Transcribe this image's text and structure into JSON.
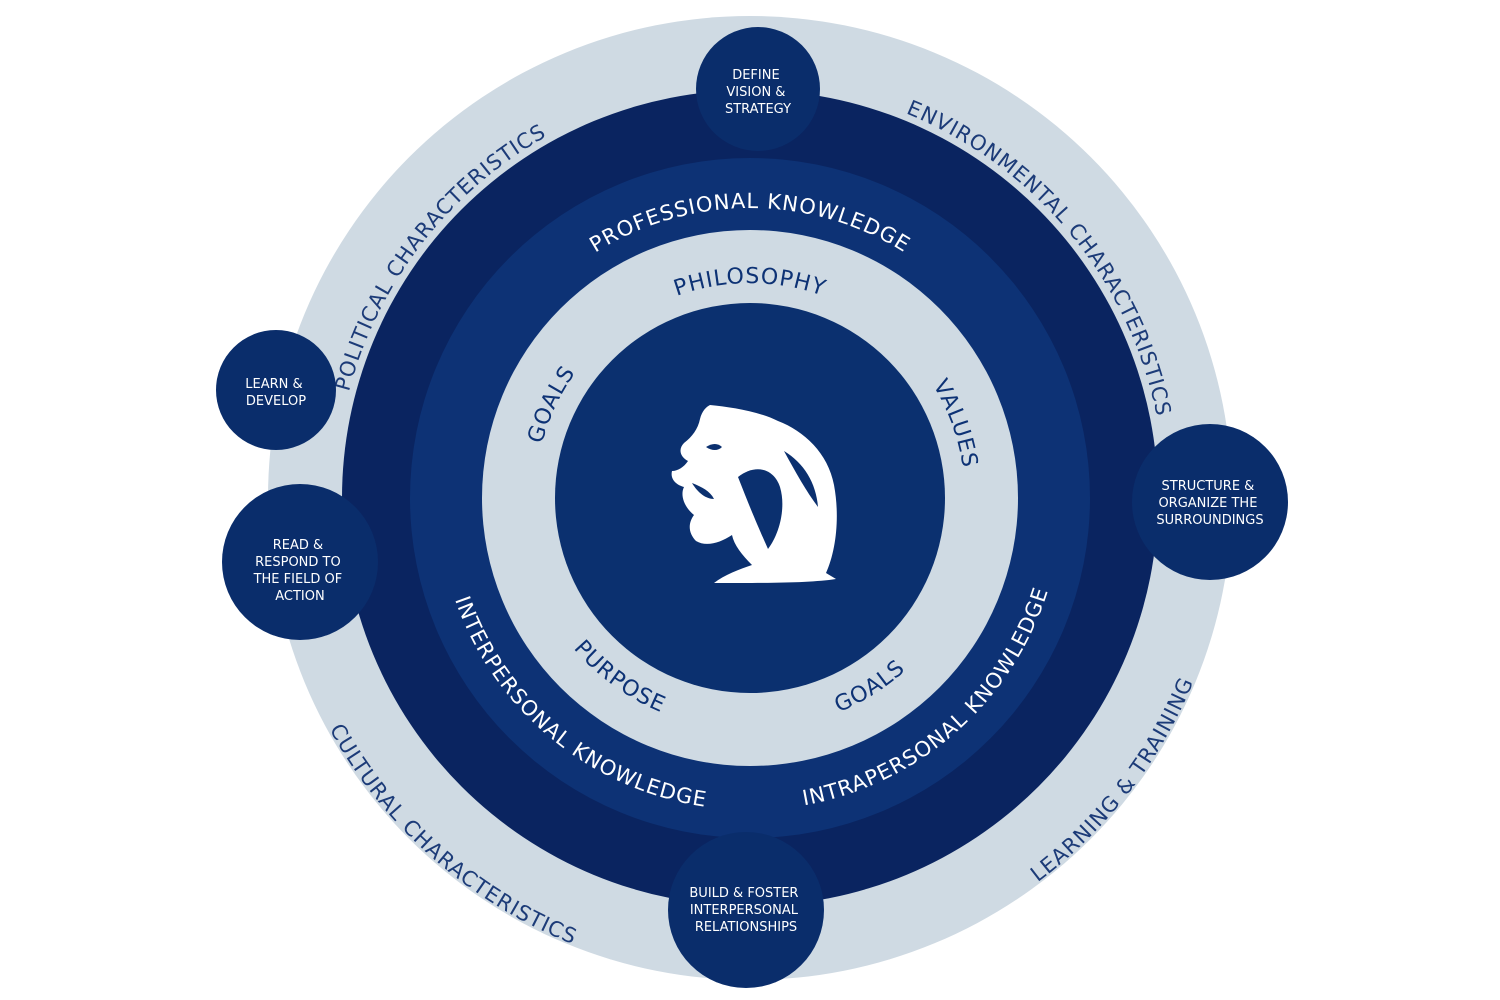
{
  "colors": {
    "background": "#ffffff",
    "outer_ring": "#cfdae3",
    "dark_navy": "#0a2460",
    "mid_navy": "#0d3275",
    "light_ring": "#cfdae3",
    "core": "#0b306f",
    "node": "#0a2d6b",
    "light_text": "#ffffff",
    "outer_text": "#1c3b78"
  },
  "outer_ring": {
    "labels": {
      "political": "POLITICAL CHARACTERISTICS",
      "environmental": "ENVIRONMENTAL CHARACTERISTICS",
      "cultural": "CULTURAL CHARACTERISTICS",
      "learning": "LEARNING & TRAINING"
    }
  },
  "knowledge_ring": {
    "labels": {
      "professional": "PROFESSIONAL KNOWLEDGE",
      "interpersonal": "INTERPERSONAL KNOWLEDGE",
      "intrapersonal": "INTRAPERSONAL KNOWLEDGE"
    }
  },
  "inner_ring": {
    "labels": {
      "philosophy": "PHILOSOPHY",
      "values": "VALUES",
      "goals_left": "GOALS",
      "goals_right": "GOALS",
      "purpose": "PURPOSE"
    }
  },
  "center": {
    "icon": "bear-icon"
  },
  "nodes": {
    "top": [
      "DEFINE",
      "VISION &",
      "STRATEGY"
    ],
    "right": [
      "STRUCTURE &",
      "ORGANIZE THE",
      "SURROUNDINGS"
    ],
    "left_upper": [
      "LEARN &",
      "DEVELOP"
    ],
    "left_lower": [
      "READ &",
      "RESPOND TO",
      "THE FIELD OF",
      "ACTION"
    ],
    "bottom": [
      "BUILD & FOSTER",
      "INTERPERSONAL",
      "RELATIONSHIPS"
    ]
  }
}
